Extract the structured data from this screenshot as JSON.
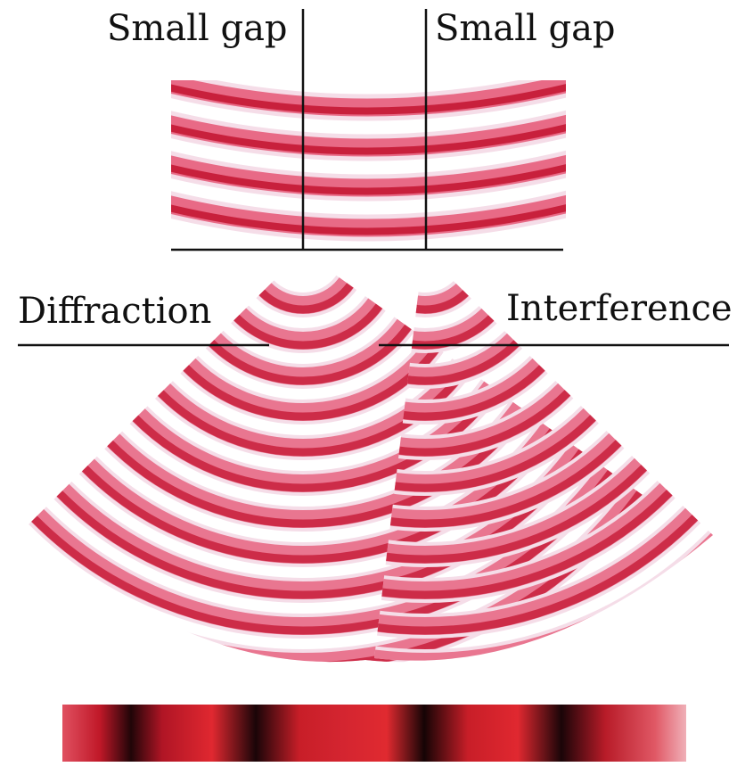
{
  "labels": {
    "gap_left": "Small gap",
    "gap_right": "Small gap",
    "diffraction": "Diffraction",
    "interference": "Interference"
  },
  "colors": {
    "wave_dark": "#c8203c",
    "wave_mid": "#e86a86",
    "wave_light": "#f5dde8",
    "line": "#111111",
    "fringe_dark": "#1a0508",
    "fringe_bright": "#d8202a"
  }
}
